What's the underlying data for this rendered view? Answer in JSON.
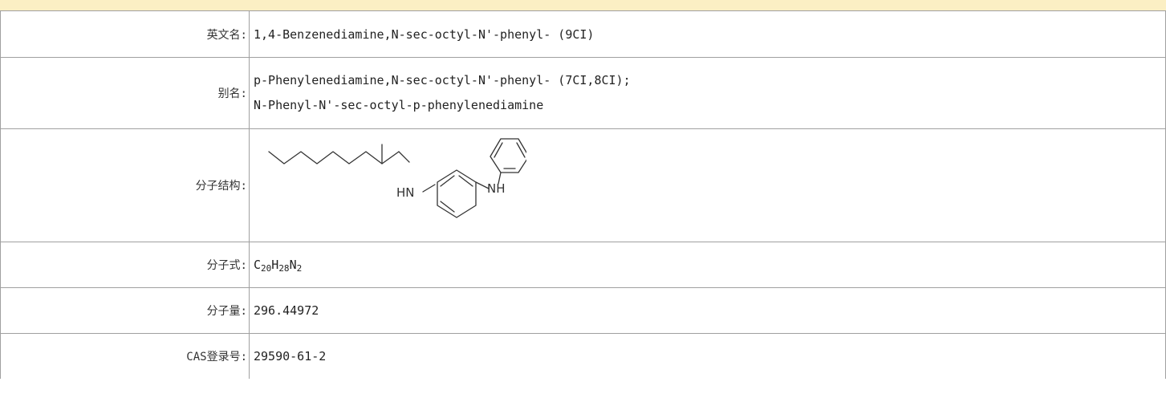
{
  "rows": {
    "english_name": {
      "label": "英文名:",
      "value": "1,4-Benzenediamine,N-sec-octyl-N'-phenyl- (9CI)"
    },
    "alias": {
      "label": "别名:",
      "values": [
        "p-Phenylenediamine,N-sec-octyl-N'-phenyl- (7CI,8CI);",
        "N-Phenyl-N'-sec-octyl-p-phenylenediamine"
      ]
    },
    "structure": {
      "label": "分子结构:",
      "atom_labels": [
        "HN",
        "NH"
      ]
    },
    "formula": {
      "label": "分子式:",
      "parts": [
        "C",
        "20",
        "H",
        "28",
        "N",
        "2"
      ]
    },
    "molecular_weight": {
      "label": "分子量:",
      "value": "296.44972"
    },
    "cas": {
      "label": "CAS登录号:",
      "value": "29590-61-2"
    }
  },
  "colors": {
    "header_bg": "#fbefc4",
    "border": "#a0a0a0",
    "text": "#222222"
  }
}
